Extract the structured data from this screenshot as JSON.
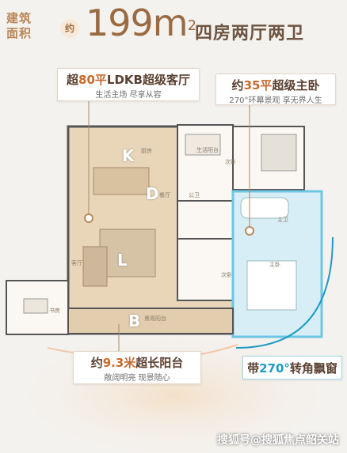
{
  "header": {
    "label_line1": "建筑",
    "label_line2": "面积",
    "approx_circle": "约",
    "area_value": "199m",
    "area_sup": "2",
    "layout": "四房两厅两卫"
  },
  "callouts": {
    "ldkb": {
      "pre": "超",
      "accent": "80平",
      "post": "LDKB超级客厅",
      "sub": "生活主场 尽享从容"
    },
    "master": {
      "pre": "约",
      "accent": "35平",
      "post": "超级主卧",
      "sub": "270°环幕景观 享无界人生"
    },
    "balcony": {
      "pre": "约",
      "accent": "9.3米",
      "post": "超长阳台",
      "sub": "敞阔明亮 现景随心"
    },
    "bay": {
      "pre": "带",
      "accent": "270°",
      "post": "转角飘窗"
    }
  },
  "plan": {
    "letters": {
      "k": "K",
      "d": "D",
      "l": "L",
      "b": "B"
    },
    "rooms": {
      "laundry": "生活阳台",
      "kitchen": "厨房",
      "dining": "餐厅",
      "living": "客厅",
      "public_bath": "公卫",
      "study": "书房",
      "bedroom": "次卧",
      "master_bath": "主卫",
      "master_bed": "主卧",
      "scenic_balcony": "景观阳台",
      "bedroom2": "次卧"
    }
  },
  "watermark": "搜狐号@搜狐焦点韶关站",
  "colors": {
    "accent": "#c96a2b",
    "blue": "#1f9bc4",
    "beige": "#e9d6b9"
  }
}
